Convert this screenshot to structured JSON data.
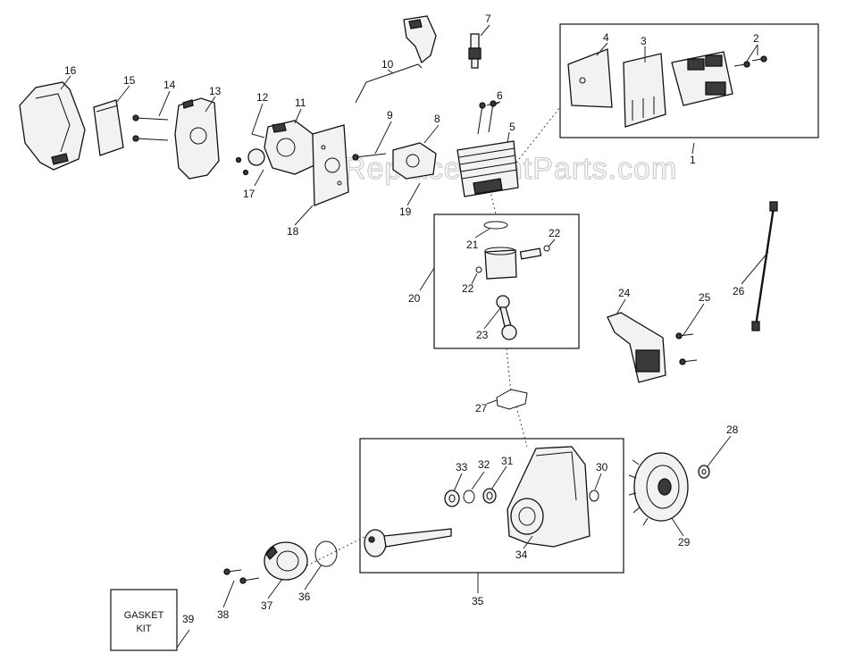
{
  "watermark": "eReplacementParts.com",
  "callouts": [
    "1",
    "2",
    "3",
    "4",
    "5",
    "6",
    "7",
    "8",
    "9",
    "10",
    "11",
    "12",
    "13",
    "14",
    "15",
    "16",
    "17",
    "18",
    "19",
    "20",
    "21",
    "22",
    "22",
    "23",
    "24",
    "25",
    "26",
    "27",
    "28",
    "29",
    "30",
    "31",
    "32",
    "33",
    "34",
    "35",
    "36",
    "37",
    "38",
    "39"
  ],
  "gasket_kit": {
    "line1": "GASKET",
    "line2": "KIT"
  }
}
